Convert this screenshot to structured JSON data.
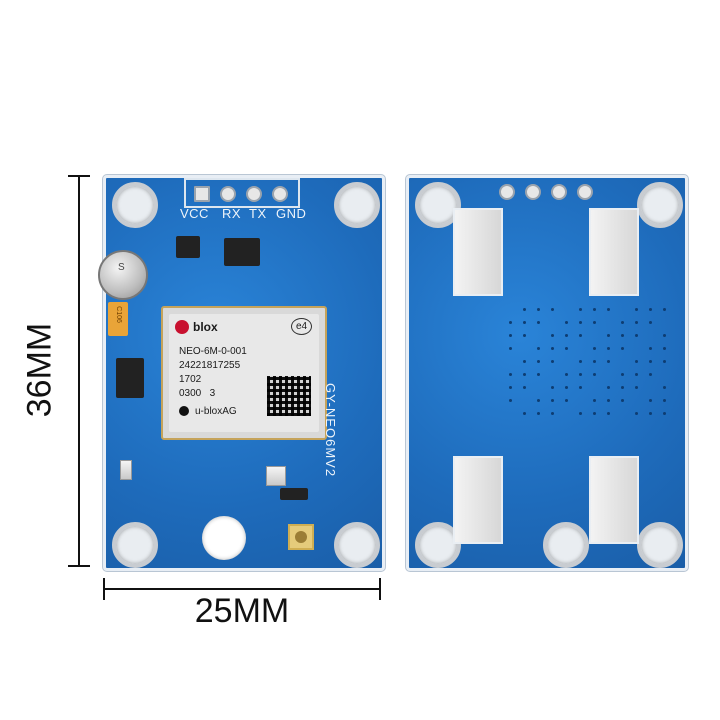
{
  "dimensions": {
    "height_label": "36MM",
    "width_label": "25MM"
  },
  "front_board": {
    "pin_labels": [
      "VCC",
      "RX",
      "TX",
      "GND"
    ],
    "side_label": "GY-NEO6MV2",
    "capacitor_label": "C106",
    "battery_marking": "S",
    "module": {
      "brand": "blox",
      "part_number": "NEO-6M-0-001",
      "serial": "24221817255",
      "line3": "1702",
      "line4": "0300   3",
      "vendor": "u-bloxAG",
      "cert_mark": "e4"
    }
  }
}
